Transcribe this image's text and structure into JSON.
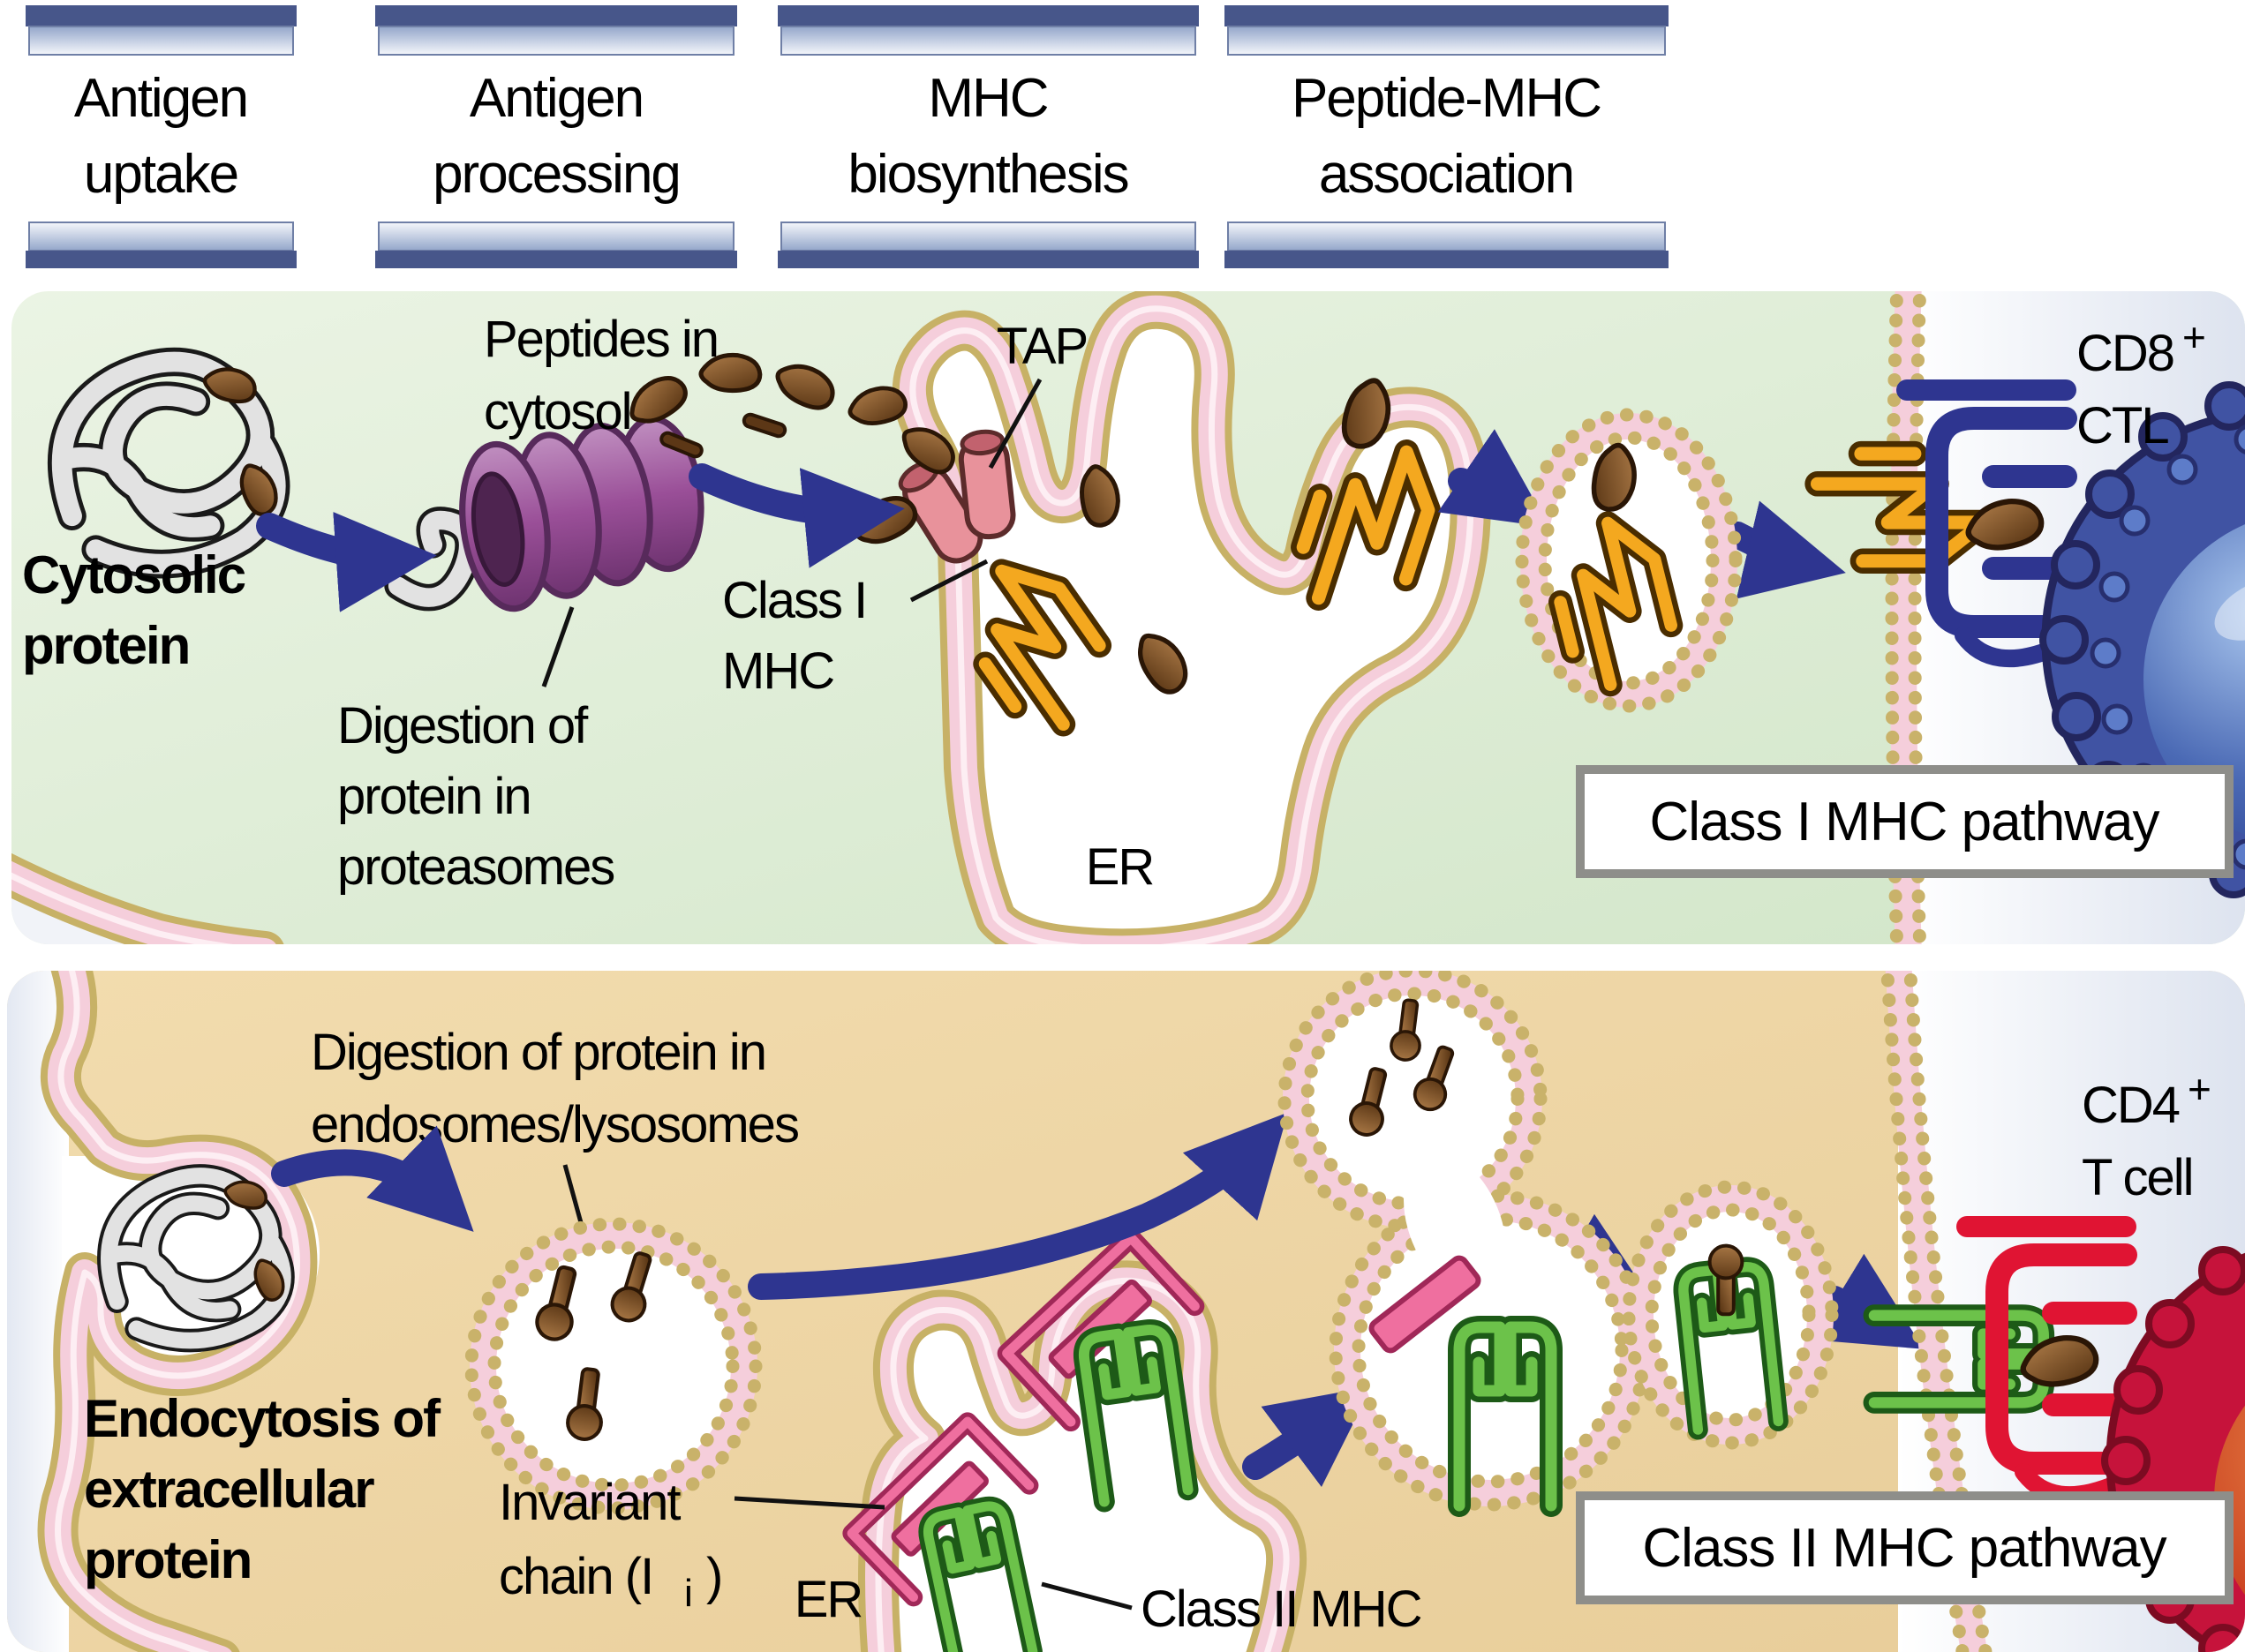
{
  "headers": [
    {
      "lines": [
        "Antigen",
        "uptake"
      ]
    },
    {
      "lines": [
        "Antigen",
        "processing"
      ]
    },
    {
      "lines": [
        "MHC",
        "biosynthesis"
      ]
    },
    {
      "lines": [
        "Peptide-MHC",
        "association"
      ]
    }
  ],
  "class1": {
    "cytosolic_protein": [
      "Cytosolic",
      "protein"
    ],
    "peptides_in_cytosol": [
      "Peptides in",
      "cytosol"
    ],
    "digestion": [
      "Digestion of",
      "protein in",
      "proteasomes"
    ],
    "tap": "TAP",
    "class1_mhc": [
      "Class I",
      "MHC"
    ],
    "er": "ER",
    "cd8_base": "CD8",
    "cd8_sup": "+",
    "cd8_line2": "CTL",
    "pathway_box": "Class I MHC pathway"
  },
  "class2": {
    "endocytosis": [
      "Endocytosis of",
      "extracellular",
      "protein"
    ],
    "digestion": [
      "Digestion of protein in",
      "endosomes/lysosomes"
    ],
    "invariant_line1": "Invariant",
    "invariant_line2_pre": "chain (I",
    "invariant_line2_sub": "i",
    "invariant_line2_post": ")",
    "er": "ER",
    "class2_mhc": "Class II MHC",
    "cd4_base": "CD4",
    "cd4_sup": "+",
    "cd4_line2": "T cell",
    "pathway_box": "Class II MHC pathway"
  },
  "colors": {
    "arrow_navy": "#2e3590",
    "membrane_pink": "#f5cedb",
    "membrane_bead_olive": "#c7b166",
    "cytosol_green": "#dcebd3",
    "cytosol_tan": "#eed6a6",
    "mhc1_yellow": "#f4a81f",
    "mhc2_green": "#6cc24a",
    "invariant_pink": "#ef6f9f",
    "tap_salmon": "#e8929b",
    "proteasome_purple": "#9a4f98",
    "peptide_brown": "#7a4a1f",
    "cd8_cell_blue": "#4053a3",
    "cd4_cell_red": "#c6133b",
    "header_bar_blue": "#47568a",
    "pathway_box_border": "#8e8e8a"
  }
}
